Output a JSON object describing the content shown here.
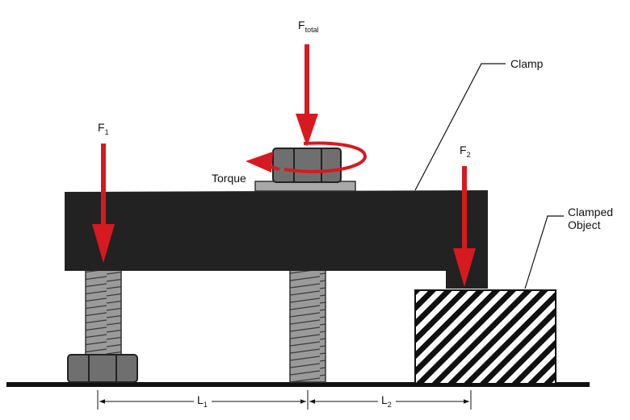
{
  "labels": {
    "f_total": {
      "main": "F",
      "sub": "total"
    },
    "f1": {
      "main": "F",
      "sub": "1"
    },
    "f2": {
      "main": "F",
      "sub": "2"
    },
    "clamp": "Clamp",
    "torque": "Torque",
    "clamped_object": [
      "Clamped",
      "Object"
    ],
    "l1": {
      "main": "L",
      "sub": "1"
    },
    "l2": {
      "main": "L",
      "sub": "2"
    }
  },
  "colors": {
    "clamp_body": "#222222",
    "arrow": "#d71920",
    "screw": "#9a9a9a",
    "nut": "#6f6f6f",
    "washer": "#a8a8a8",
    "ground": "#111111"
  }
}
